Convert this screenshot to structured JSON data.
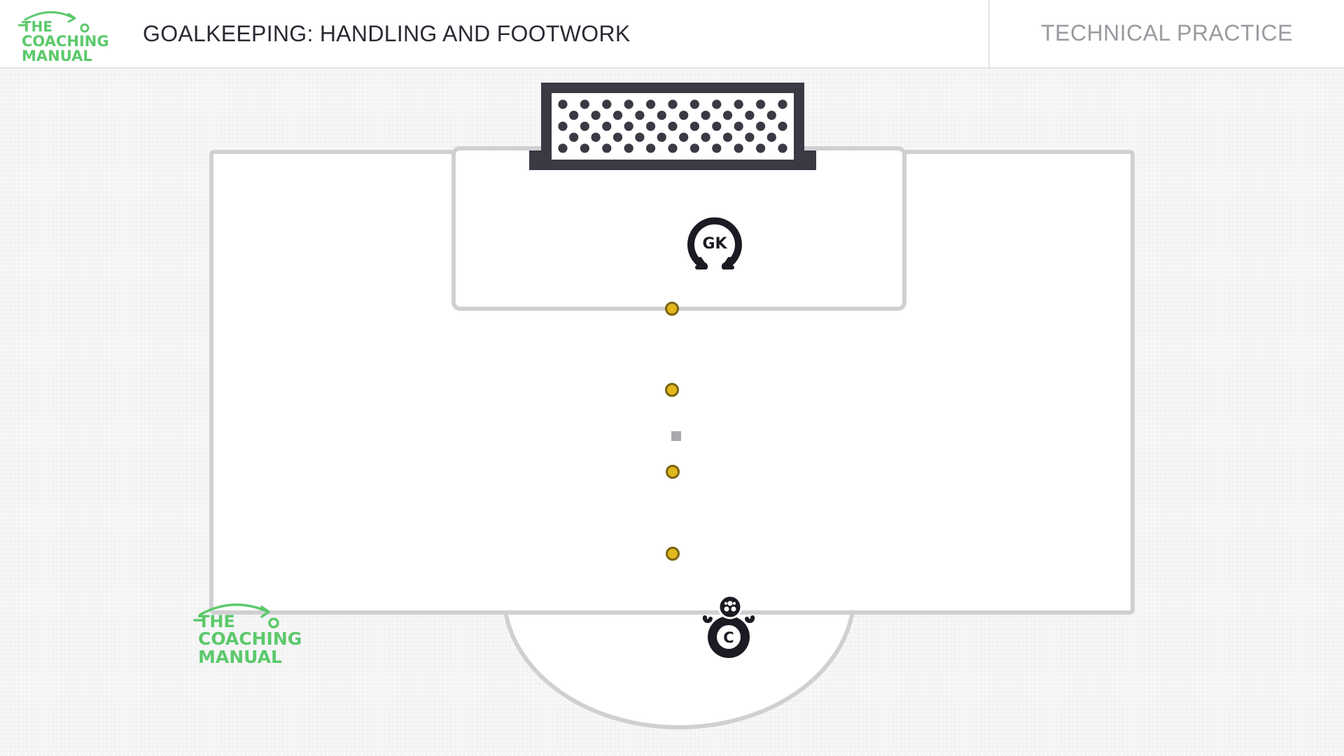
{
  "brand": {
    "logo_lines": [
      "THE",
      "COACHING",
      "MANUAL"
    ],
    "logo_color": "#5cc96b"
  },
  "header": {
    "title": "GOALKEEPING: HANDLING AND FOOTWORK",
    "category": "TECHNICAL PRACTICE"
  },
  "diagram": {
    "players": {
      "goalkeeper_label": "GK",
      "coach_label": "C"
    },
    "cone_count": 4,
    "marker_count": 1,
    "colors": {
      "pitch_line": "#d0d0d3",
      "goal": "#3c3844",
      "cone_fill": "#e0b81c",
      "cone_stroke": "#7a6414",
      "player": "#1c1a22",
      "marker": "#a9a9ad"
    }
  }
}
